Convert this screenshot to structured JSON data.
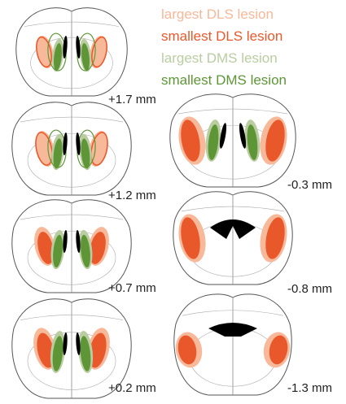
{
  "legend": {
    "items": [
      {
        "label": "largest DLS lesion",
        "color": "#f8b89a"
      },
      {
        "label": "smallest DLS lesion",
        "color": "#e8582a"
      },
      {
        "label": "largest DMS lesion",
        "color": "#b9cda1"
      },
      {
        "label": "smallest DMS lesion",
        "color": "#5e9637"
      }
    ]
  },
  "sections": {
    "left": [
      "+1.7 mm",
      "+1.2 mm",
      "+0.7 mm",
      "+0.2 mm"
    ],
    "right": [
      "-0.3 mm",
      "-0.8 mm",
      "-1.3 mm"
    ]
  },
  "colors": {
    "outline": "#555555",
    "dls_large": "#f8b89a",
    "dls_small": "#e8582a",
    "dms_large": "#b9cda1",
    "dms_small": "#5e9637",
    "ventricle": "#000000"
  }
}
